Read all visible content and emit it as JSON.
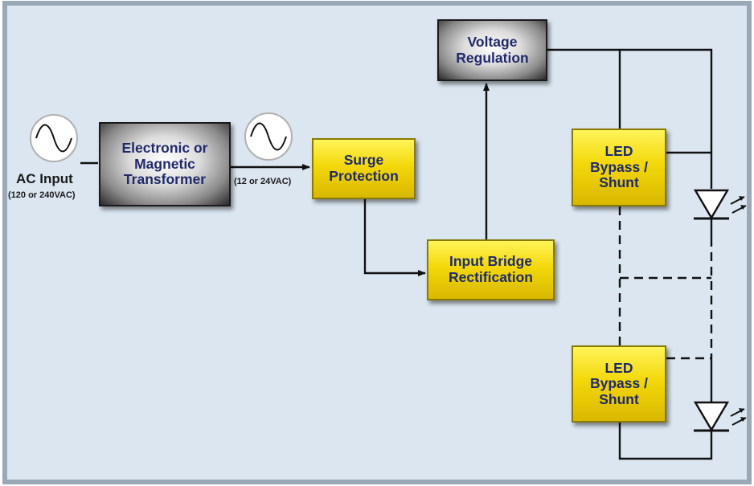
{
  "diagram": {
    "ac_input_label": "AC Input",
    "ac_input_voltage": "(120 or 240VAC)",
    "secondary_voltage": "(12 or 24VAC)",
    "transformer": [
      "Electronic or",
      "Magnetic",
      "Transformer"
    ],
    "surge": [
      "Surge",
      "Protection"
    ],
    "bridge": [
      "Input Bridge",
      "Rectification"
    ],
    "regulation": [
      "Voltage",
      "Regulation"
    ],
    "bypass_top": [
      "LED",
      "Bypass /",
      "Shunt"
    ],
    "bypass_bottom": [
      "LED",
      "Bypass /",
      "Shunt"
    ]
  },
  "colors": {
    "background": "#dbe6f0",
    "frame": "#9aa8b5",
    "block_text": "#1f2a6b",
    "wire": "#111111"
  },
  "icons": [
    "ac-source-icon",
    "ac-source-icon",
    "led-diode-icon",
    "led-diode-icon"
  ]
}
